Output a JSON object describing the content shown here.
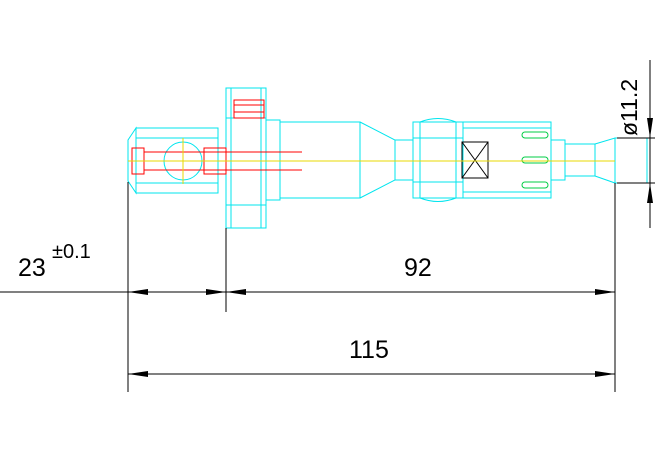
{
  "dimensions": {
    "dim_23": {
      "value": "23",
      "tolerance": "±0.1"
    },
    "dim_92": {
      "value": "92"
    },
    "dim_115": {
      "value": "115"
    },
    "dim_dia": {
      "value": "ø11.2"
    }
  },
  "colors": {
    "part_outline": "#00e5ee",
    "hidden_detail": "#ff0000",
    "centerline": "#e8d800",
    "slot_marks": "#00cc44",
    "dimension": "#000000"
  }
}
